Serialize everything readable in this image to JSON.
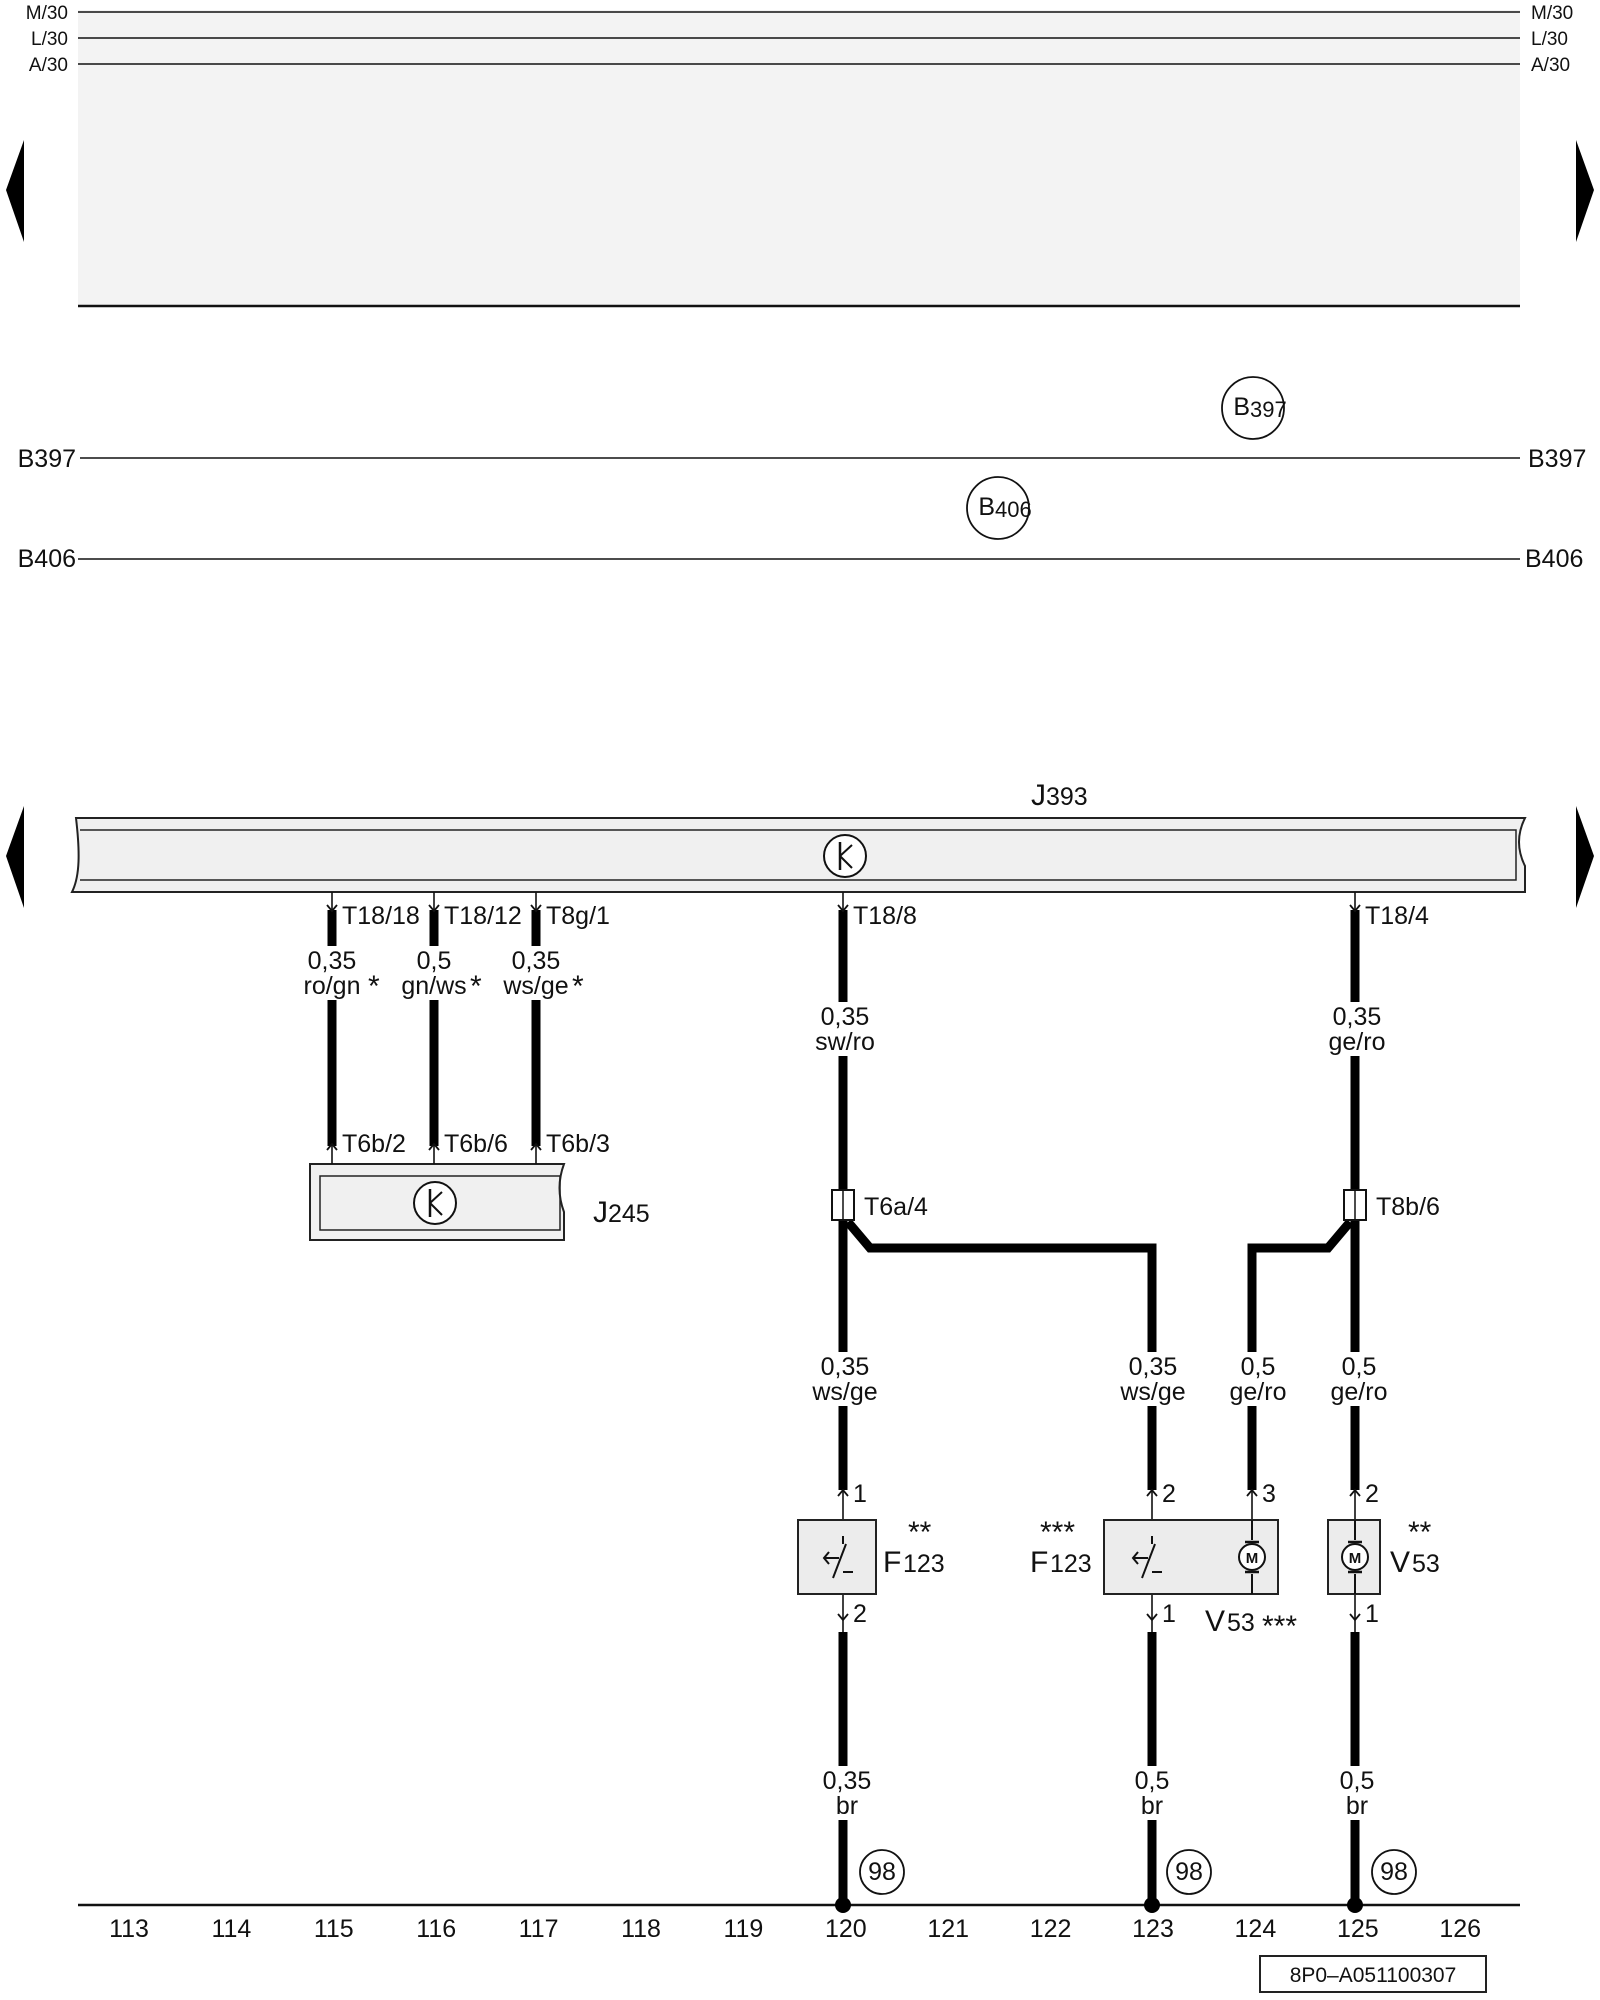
{
  "rails": {
    "m30": "M/30",
    "l30": "L/30",
    "a30": "A/30"
  },
  "buses": {
    "b397": "B397",
    "b406": "B406"
  },
  "bus_markers": {
    "b397": {
      "letter": "B",
      "num": "397"
    },
    "b406": {
      "letter": "B",
      "num": "406"
    }
  },
  "components": {
    "j393": {
      "letter": "J",
      "num": "393"
    },
    "j245": {
      "letter": "J",
      "num": "245"
    },
    "f123_left": {
      "stars": "**",
      "letter": "F",
      "num": "123"
    },
    "f123_right": {
      "stars": "***",
      "letter": "F",
      "num": "123"
    },
    "v53_left": {
      "stars": "**",
      "letter": "V",
      "num": "53"
    },
    "v53_right": {
      "letter": "V",
      "num": "53",
      "stars": "***"
    }
  },
  "pins": {
    "t18_18": "T18/18",
    "t18_12": "T18/12",
    "t8g_1": "T8g/1",
    "t18_8": "T18/8",
    "t18_4": "T18/4",
    "t6b_2": "T6b/2",
    "t6b_6": "T6b/6",
    "t6b_3": "T6b/3",
    "t6a_4": "T6a/4",
    "t8b_6": "T8b/6",
    "f123l_1": "1",
    "f123l_2": "2",
    "f123r_2": "2",
    "f123r_3": "3",
    "f123r_1": "1",
    "v53_2": "2",
    "v53_1": "1"
  },
  "wires": {
    "w115": {
      "size": "0,35",
      "color": "ro/gn",
      "mark": "*"
    },
    "w116": {
      "size": "0,5",
      "color": "gn/ws",
      "mark": "*"
    },
    "w117": {
      "size": "0,35",
      "color": "ws/ge",
      "mark": "*"
    },
    "w120a": {
      "size": "0,35",
      "color": "sw/ro"
    },
    "w125a": {
      "size": "0,35",
      "color": "ge/ro"
    },
    "w120b": {
      "size": "0,35",
      "color": "ws/ge"
    },
    "w123b": {
      "size": "0,35",
      "color": "ws/ge"
    },
    "w124b": {
      "size": "0,5",
      "color": "ge/ro"
    },
    "w125b": {
      "size": "0,5",
      "color": "ge/ro"
    },
    "w120c": {
      "size": "0,35",
      "color": "br"
    },
    "w123c": {
      "size": "0,5",
      "color": "br"
    },
    "w125c": {
      "size": "0,5",
      "color": "br"
    }
  },
  "ground": {
    "g120": "98",
    "g123": "98",
    "g125": "98"
  },
  "scale": [
    "113",
    "114",
    "115",
    "116",
    "117",
    "118",
    "119",
    "120",
    "121",
    "122",
    "123",
    "124",
    "125",
    "126"
  ],
  "motor_label": "M",
  "doc_id": "8P0–A051100307"
}
